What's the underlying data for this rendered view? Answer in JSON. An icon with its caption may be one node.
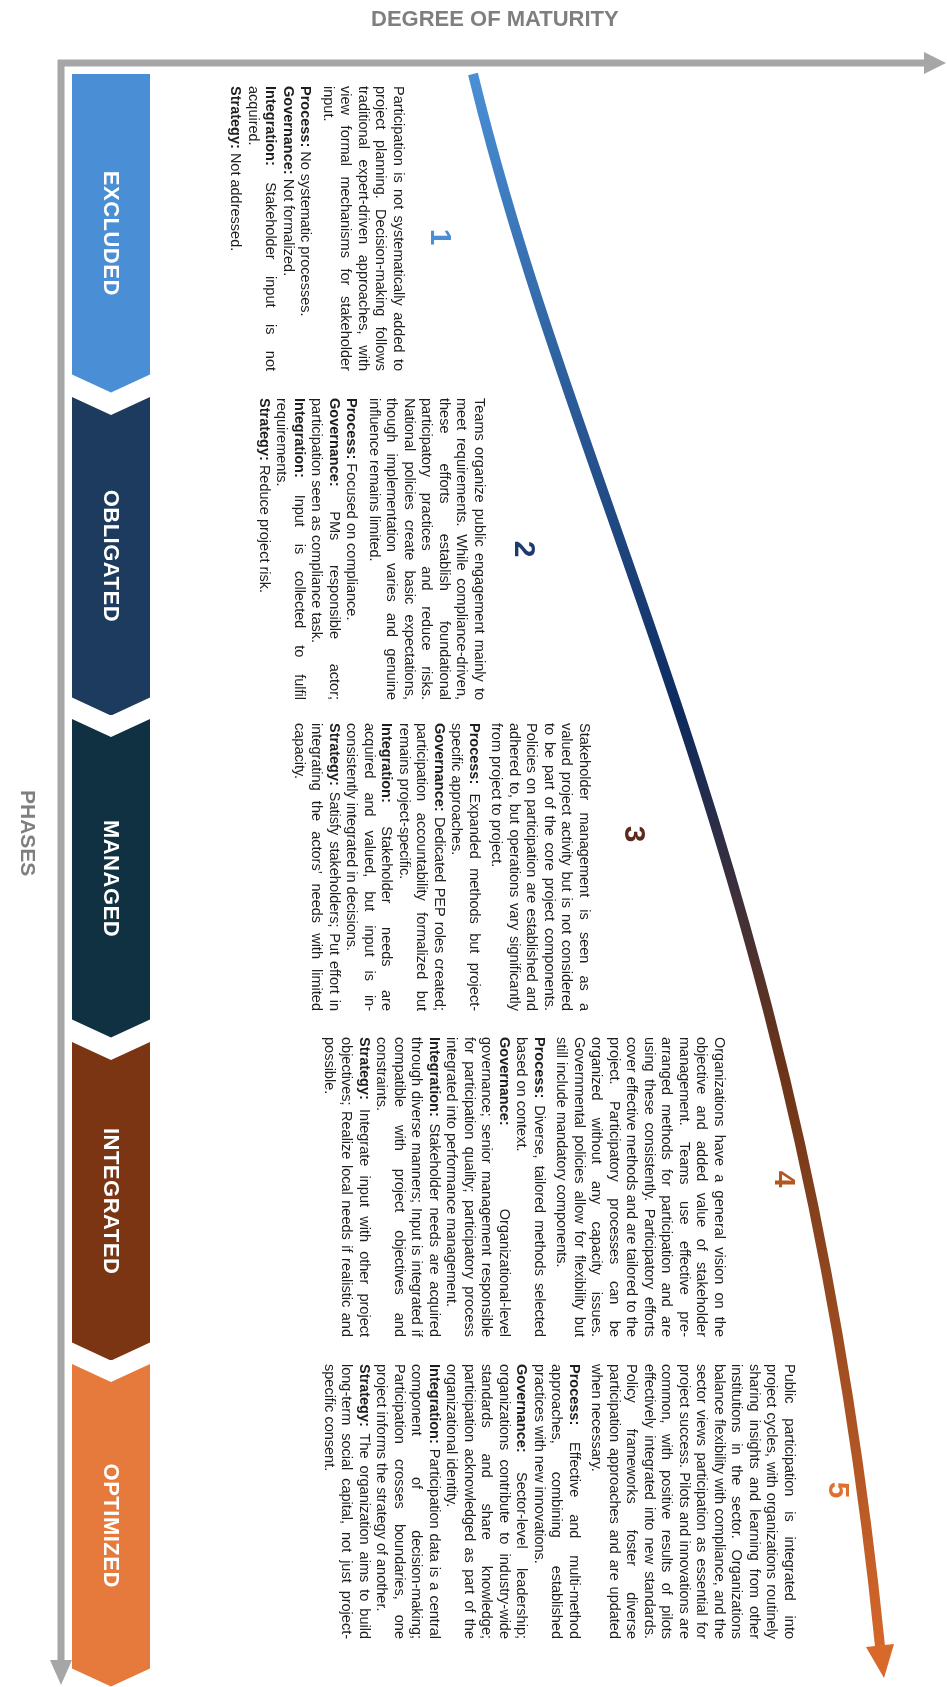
{
  "diagram": {
    "nodes": [
      {
        "text": [
          "EXCLUDED"
        ],
        "beside": [
          "Participation is not systematically added to project planning. Decision-making follows traditional expert-driven approaches, with view formal mechanisms for stakeholder input.",
          "**Process:** No systematic processes.",
          "**Governance:** Not formalized.",
          "**Integration:** Stakeholder input is not acquired.",
          "**Strategy:** Not addressed."
        ]
      },
      {
        "text": [
          "OBLIGATED"
        ],
        "beside": [
          "Teams organize public engagement mainly to meet requirements. While compliance-driven, these efforts establish foundational participatory practices and reduce risks. National policies create basic expectations, though implementation varies and genuine influence remains limited.",
          "**Process:** Focused on compliance.",
          "**Governance:** PMs responsible actor; participation seen as compliance task.",
          "**Integration:** Input is collected to fulfil requirements.",
          "**Strategy:** Reduce project risk."
        ]
      },
      {
        "text": [
          "MANAGED"
        ],
        "beside": [
          "Stakeholder management is seen as a valued project activity but is not considered to be part of the core project components. Policies on participation are established and adhered to, but operations vary significantly from project to project.",
          "**Process:** Expanded methods but project-specific approaches.",
          "**Governance:** Dedicated PEP roles created; participation accountability formalized but remains project-specific.",
          "**Integration:** Stakeholder needs are acquired and valued, but input is in-consistently integrated in decisions.",
          "**Strategy:** Satisfy stakeholders; Put effort in integrating the actors’ needs with limited capacity."
        ]
      },
      {
        "text": [
          "INTEGRATED"
        ],
        "beside": [
          "Organizations have a general vision on the objective and added value of stakeholder management. Teams use effective pre-arranged methods for participation and are using these consistently. Participatory efforts cover effective methods and are tailored to the project. Participatory processes can be organized without any capacity issues. Governmental policies allow for flexibility but still include mandatory components.",
          "**Process:** Diverse, tailored methods selected based on context.",
          "**Governance:** Organizational-level governance; senior management responsible for participation quality; participatory process integrated into performance management.",
          "**Integration:** Stakeholder needs are acquired through diverse manners; Input is integrated if compatible with project objectives and constraints.",
          "**Strategy:** Integrate input with other project objectives; Realize local needs if realistic and possible."
        ]
      },
      {
        "text": [
          "OPTIMIZED"
        ],
        "beside": [
          "Public participation is integrated into project cycles, with organizations routinely sharing insights and learning from other institutions in the sector. Organizations balance flexibility with compliance, and the sector views participation as essential for project success. Pilots and innovations are common, with positive results of pilots effectively integrated into new standards. Policy frameworks foster diverse participation approaches and are updated when necessary.",
          "**Process:** Effective and multi-method approaches, combining established practices with new innovations.",
          "**Governance:** Sector-level leadership; organizations contribute to industry-wide standards and share knowledge; participation acknowledged as part of the organizational identity.",
          "**Integration:** Participation data is a central component of decision-making; Participation crosses boundaries, one project informs the strategy of another.",
          "**Strategy:** The organization aims to build long-term social capital, not just project-specific consent."
        ]
      }
    ],
    "labels": [
      "DEGREE OF MATURITY",
      "PHASES",
      "1",
      "2",
      "3",
      "4",
      "5"
    ]
  }
}
